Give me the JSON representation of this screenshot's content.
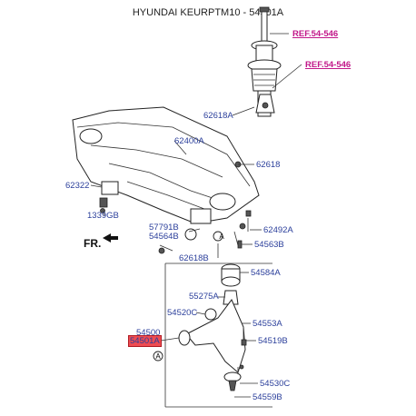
{
  "header": {
    "title": "HYUNDAI KEURPTM10 - 54501A"
  },
  "refs": [
    {
      "id": "ref-54-546-top",
      "text": "REF.54-546"
    },
    {
      "id": "ref-54-546-lower",
      "text": "REF.54-546"
    }
  ],
  "parts": {
    "p62618A": "62618A",
    "p62400A": "62400A",
    "p62618": "62618",
    "p62322": "62322",
    "p1339GB": "1339GB",
    "p57791B": "57791B",
    "p54564B": "54564B",
    "p62492A": "62492A",
    "p54563B": "54563B",
    "p62618B": "62618B",
    "p54584A": "54584A",
    "p55275A": "55275A",
    "p54520C": "54520C",
    "p54553A": "54553A",
    "p54500": "54500",
    "p54501A": "54501A",
    "p54519B": "54519B",
    "p54530C": "54530C",
    "p54559B": "54559B"
  },
  "callouts": {
    "a1": "A",
    "a2": "A"
  },
  "orientation": {
    "front": "FR."
  },
  "colors": {
    "label_blue": "#2b3f9b",
    "ref_magenta": "#c2188a",
    "highlight": "#ef4c52"
  }
}
